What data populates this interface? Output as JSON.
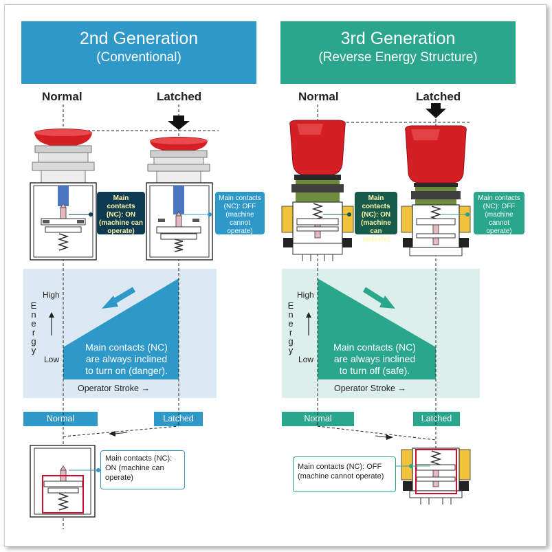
{
  "colors": {
    "gen2": "#2e98c9",
    "gen3": "#2aa68c",
    "gen2_panel": "#dce8f2",
    "gen3_panel": "#dcefea",
    "gen2_wedge": "#2e98c9",
    "gen3_wedge": "#2aa68c",
    "dark_callout": "#0e3b52",
    "dark_callout_3": "#155a4a",
    "button_red": "#d41f24"
  },
  "gen2": {
    "title": "2nd Generation",
    "subtitle": "(Conventional)",
    "normal_label": "Normal",
    "latched_label": "Latched",
    "callout_on": "Main contacts (NC): ON (machine can operate)",
    "callout_off": "Main contacts (NC): OFF (machine cannot operate)",
    "energy": {
      "high": "High",
      "low": "Low",
      "axis_letters": [
        "E",
        "n",
        "e",
        "r",
        "g",
        "y"
      ],
      "wedge_text_lines": [
        "Main contacts (NC)",
        "are always inclined",
        "to turn on (danger)."
      ],
      "operator_stroke": "Operator Stroke",
      "arrow_glyph": "→"
    },
    "tag_normal": "Normal",
    "tag_latched": "Latched",
    "bottom_note_lines": [
      "Main contacts (NC):",
      "ON (machine can",
      "operate)"
    ]
  },
  "gen3": {
    "title": "3rd Generation",
    "subtitle": "(Reverse Energy Structure)",
    "normal_label": "Normal",
    "latched_label": "Latched",
    "callout_on": "Main contacts (NC): ON (machine can operate)",
    "callout_off": "Main contacts (NC): OFF (machine cannot operate)",
    "energy": {
      "high": "High",
      "low": "Low",
      "axis_letters": [
        "E",
        "n",
        "e",
        "r",
        "g",
        "y"
      ],
      "wedge_text_lines": [
        "Main contacts (NC)",
        "are always inclined",
        "to turn off (safe)."
      ],
      "operator_stroke": "Operator Stroke",
      "arrow_glyph": "→"
    },
    "tag_normal": "Normal",
    "tag_latched": "Latched",
    "bottom_note_lines": [
      "Main contacts (NC): OFF",
      "(machine cannot operate)"
    ]
  }
}
